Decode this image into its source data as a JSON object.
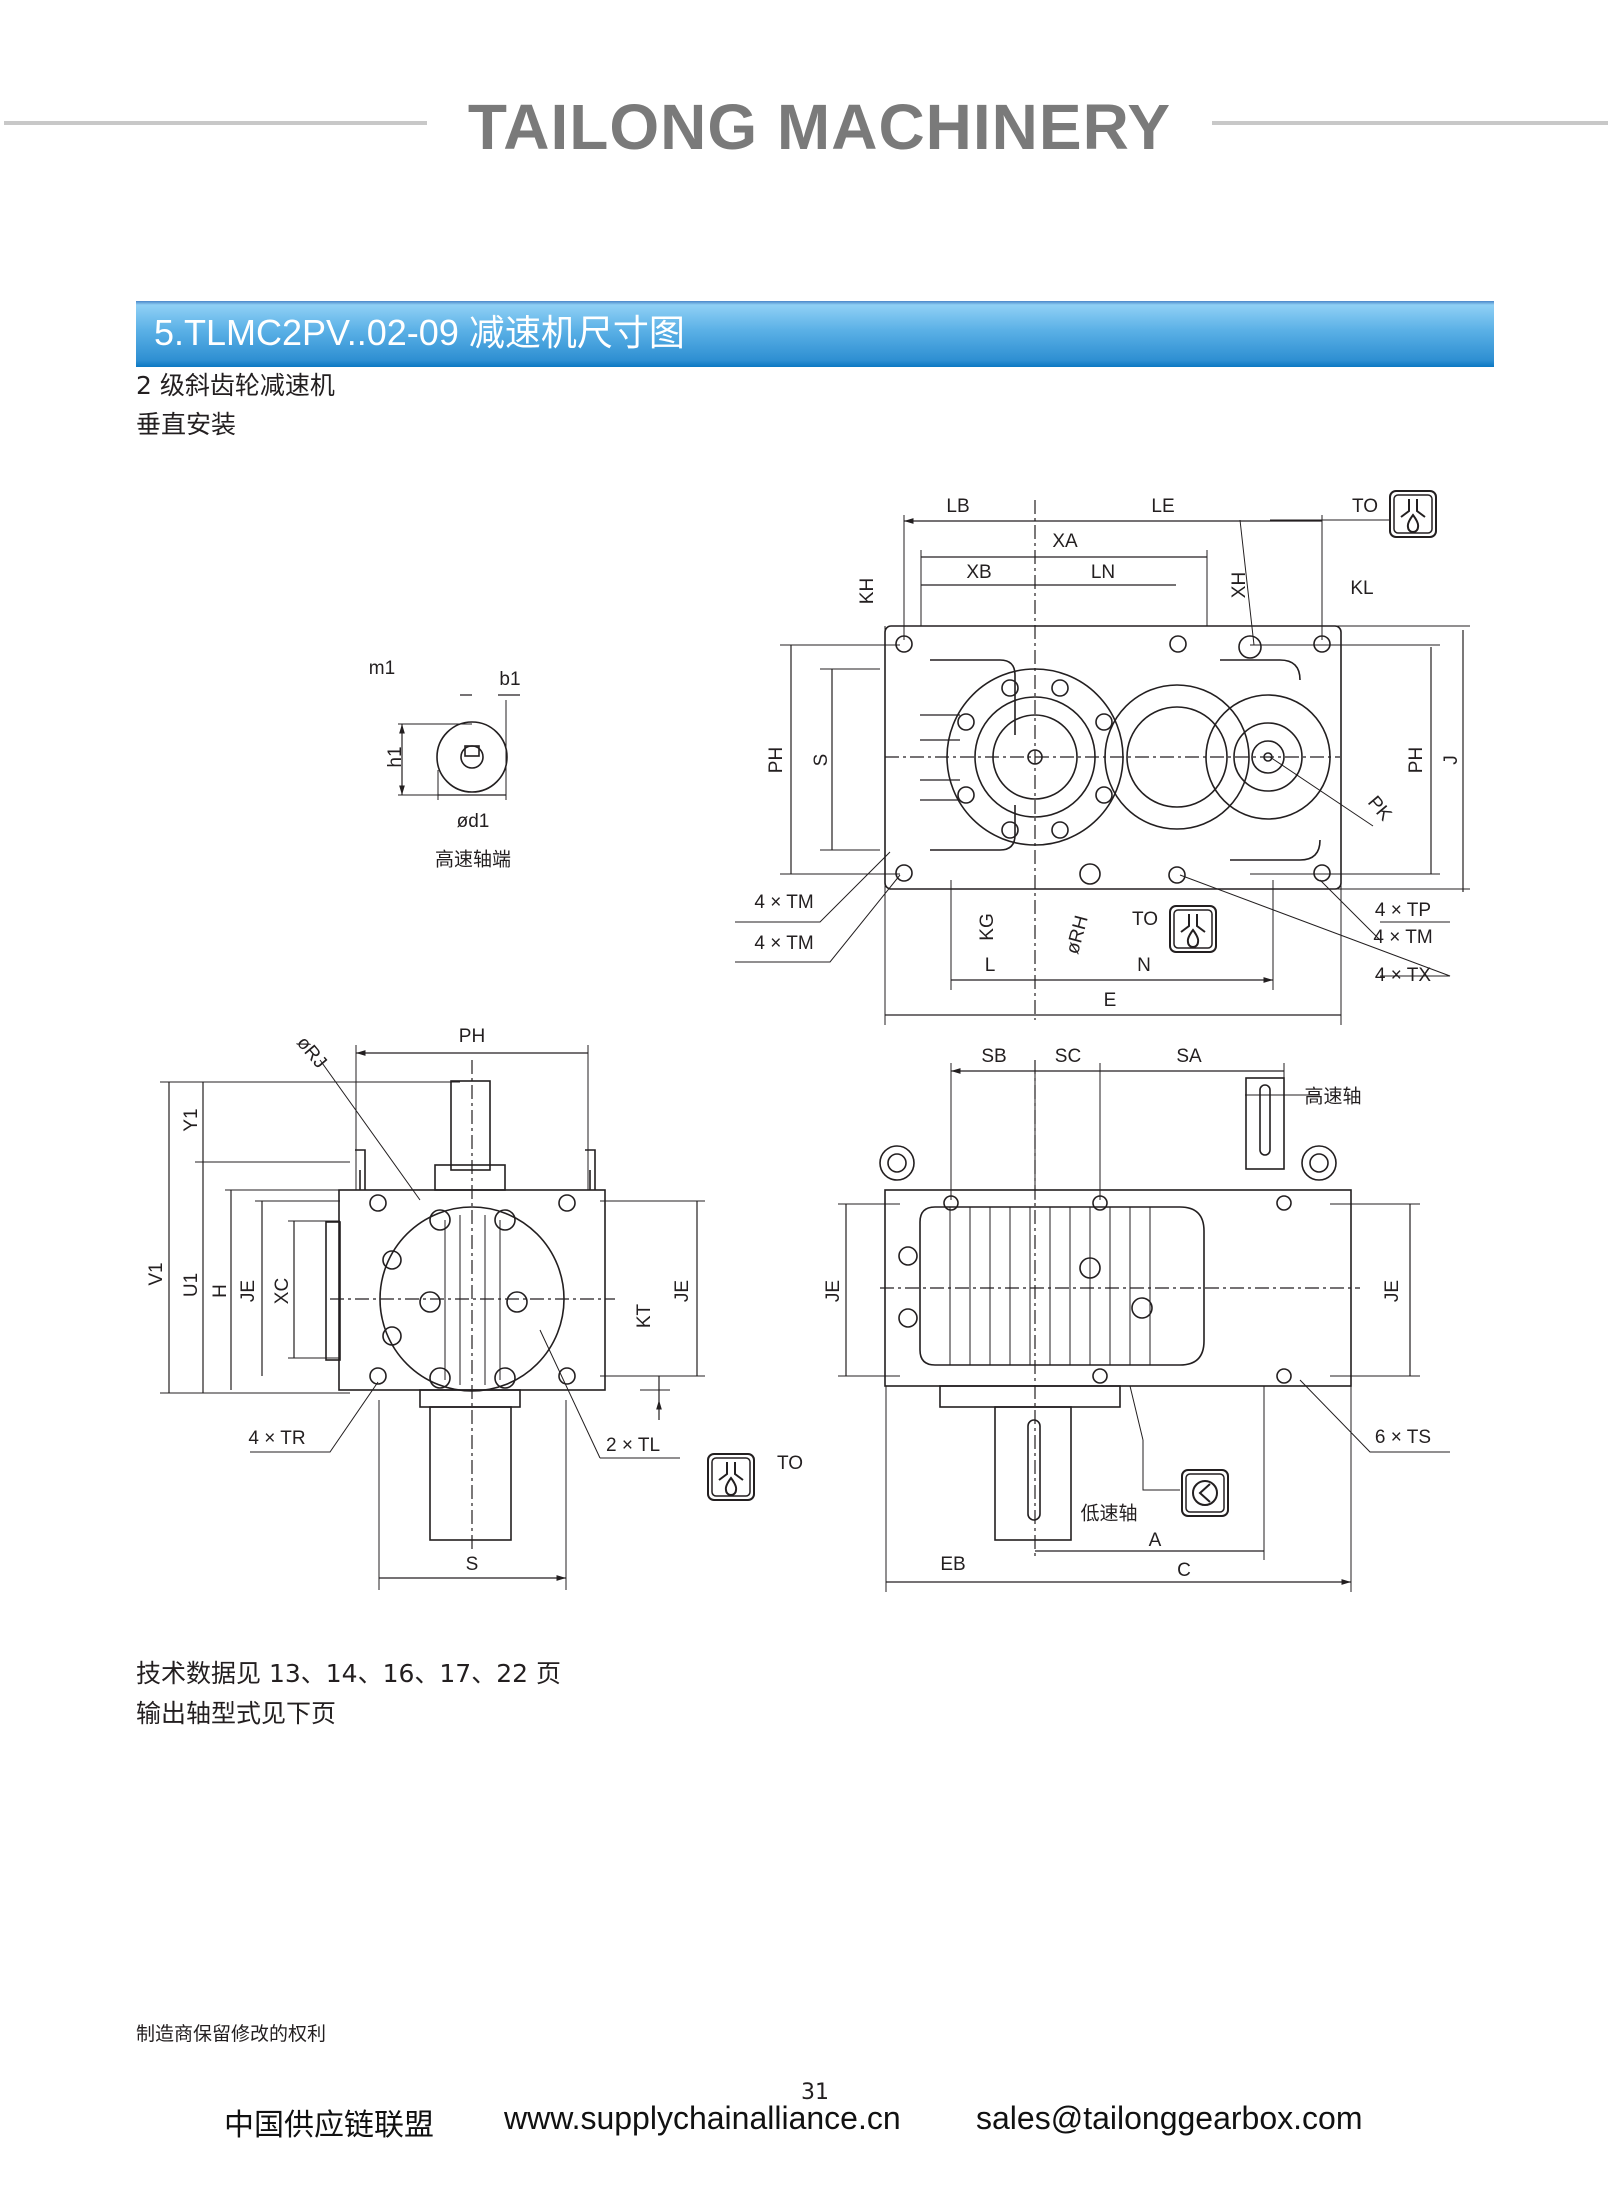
{
  "header": {
    "brand": "TAILONG MACHINERY"
  },
  "section": {
    "title": "5.TLMC2PV..02-09 减速机尺寸图",
    "subtitle_1": "2 级斜齿轮减速机",
    "subtitle_2": "垂直安装"
  },
  "top_view": {
    "LB": "LB",
    "LE": "LE",
    "TO": "TO",
    "XA": "XA",
    "XB": "XB",
    "LN": "LN",
    "KH": "KH",
    "XH": "XH",
    "KL": "KL",
    "PH": "PH",
    "S": "S",
    "PH_right": "PH",
    "J": "J",
    "PK": "PK",
    "TM1": "4 × TM",
    "TM2": "4 × TM",
    "KG": "KG",
    "RH": "øRH",
    "TO2": "TO",
    "L": "L",
    "N": "N",
    "E": "E",
    "TP": "4 × TP",
    "TM3": "4 × TM",
    "TX": "4 × TX"
  },
  "shaft_end": {
    "m1": "m1",
    "b1": "b1",
    "h1": "h1",
    "d1": "ød1",
    "caption": "高速轴端"
  },
  "side_view": {
    "RJ": "øRJ",
    "PH": "PH",
    "Y1": "Y1",
    "V1": "V1",
    "U1": "U1",
    "H": "H",
    "JE": "JE",
    "XC": "XC",
    "KT": "KT",
    "JE_right": "JE",
    "TR": "4 × TR",
    "TL": "2 × TL",
    "S": "S",
    "TO": "TO"
  },
  "front_view": {
    "SB": "SB",
    "SC": "SC",
    "SA": "SA",
    "high_speed_shaft": "高速轴",
    "JE_left": "JE",
    "JE_right": "JE",
    "TS": "6 × TS",
    "low_speed_shaft": "低速轴",
    "A": "A",
    "EB": "EB",
    "C": "C"
  },
  "notes": {
    "line_1": "技术数据见 13、14、16、17、22 页",
    "line_2": "输出轴型式见下页",
    "disclaimer": "制造商保留修改的权利"
  },
  "footer": {
    "page_number": "31",
    "org": "中国供应链联盟",
    "website": "www.supplychainalliance.cn",
    "email": "sales@tailonggearbox.com"
  },
  "colors": {
    "banner": "#2e8fd2",
    "brand": "#7a7a7a",
    "rule": "#c8c8c8"
  }
}
